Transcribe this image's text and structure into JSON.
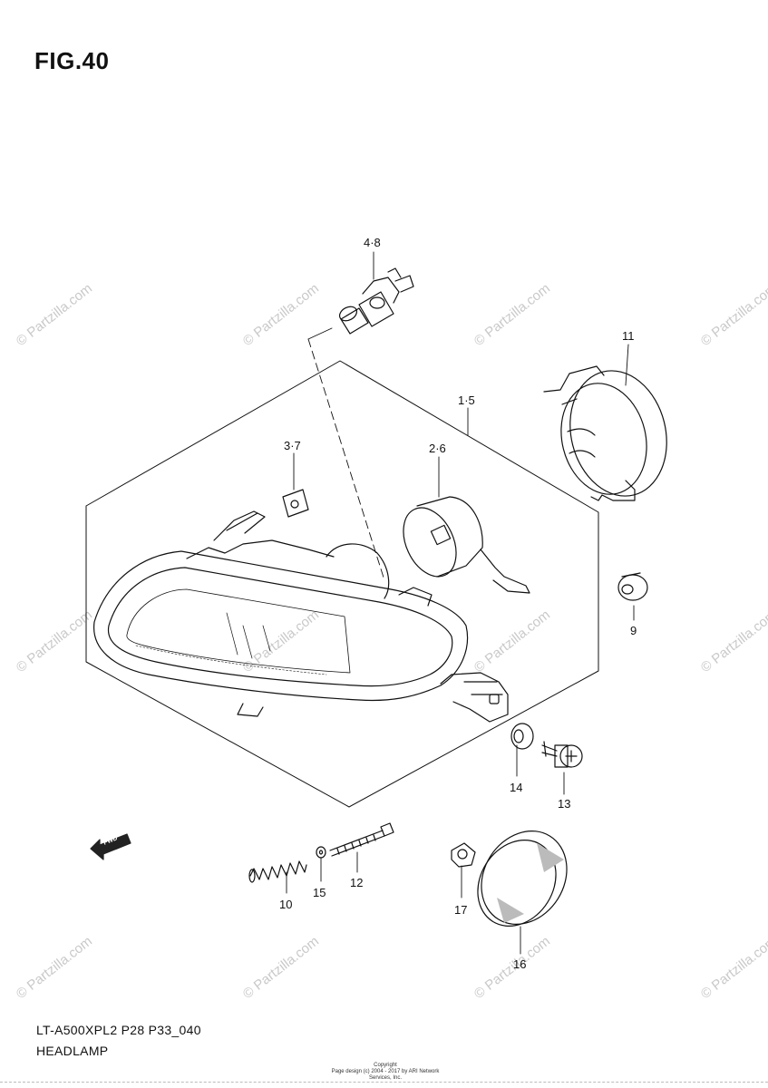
{
  "figure": {
    "title": "FIG.40"
  },
  "callouts": [
    {
      "id": "c48",
      "text": "4·8"
    },
    {
      "id": "c11",
      "text": "11"
    },
    {
      "id": "c15",
      "text": "1·5"
    },
    {
      "id": "c37",
      "text": "3·7"
    },
    {
      "id": "c26",
      "text": "2·6"
    },
    {
      "id": "c9",
      "text": "9"
    },
    {
      "id": "c14",
      "text": "14"
    },
    {
      "id": "c13",
      "text": "13"
    },
    {
      "id": "c10",
      "text": "10"
    },
    {
      "id": "c15b",
      "text": "15"
    },
    {
      "id": "c12",
      "text": "12"
    },
    {
      "id": "c17",
      "text": "17"
    },
    {
      "id": "c16",
      "text": "16"
    }
  ],
  "footer": {
    "model_code": "LT-A500XPL2 P28 P33_040",
    "section_name": "HEADLAMP",
    "copyright_line1": "Copyright",
    "copyright_line2": "Page design (c) 2004 - 2017 by ARI Network Services, Inc."
  },
  "direction_arrow": {
    "label": "FWD"
  },
  "watermark": {
    "text": "© Partzilla.com"
  }
}
